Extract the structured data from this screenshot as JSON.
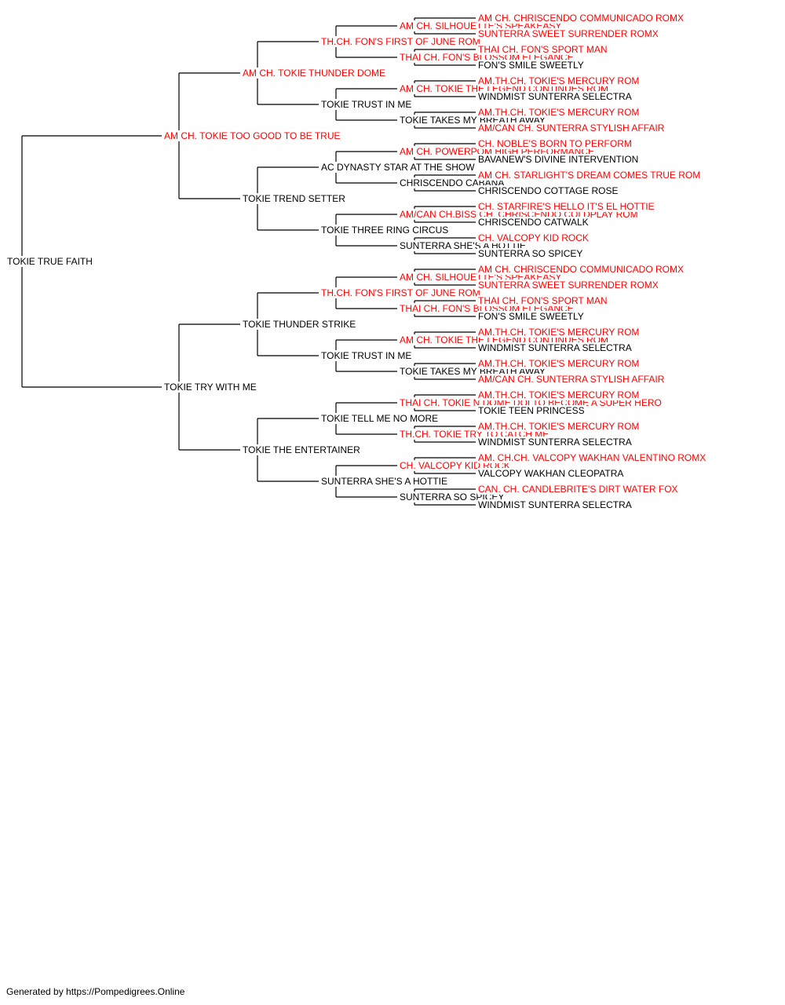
{
  "pedigree": {
    "name": "TOKIE TRUE FAITH",
    "champion": false,
    "sire": {
      "name": "AM CH. TOKIE TOO GOOD TO BE TRUE",
      "champion": true,
      "sire": {
        "name": "AM CH. TOKIE THUNDER DOME",
        "champion": true,
        "sire": {
          "name": "TH.CH. FON'S FIRST OF JUNE ROM",
          "champion": true,
          "sire": {
            "name": "AM CH. SILHOUETTE'S SPEAKEASY",
            "champion": true,
            "sire": {
              "name": "AM CH. CHRISCENDO COMMUNICADO ROMX",
              "champion": true
            },
            "dam": {
              "name": "SUNTERRA SWEET SURRENDER ROMX",
              "champion": true
            }
          },
          "dam": {
            "name": "THAI CH. FON'S BLOSSOM ELEGANCE",
            "champion": true,
            "sire": {
              "name": "THAI CH. FON'S SPORT MAN",
              "champion": true
            },
            "dam": {
              "name": "FON'S SMILE SWEETLY",
              "champion": false
            }
          }
        },
        "dam": {
          "name": "TOKIE TRUST IN ME",
          "champion": false,
          "sire": {
            "name": "AM CH. TOKIE THE LEGEND CONTINUES ROM",
            "champion": true,
            "sire": {
              "name": "AM.TH.CH. TOKIE'S MERCURY ROM",
              "champion": true
            },
            "dam": {
              "name": "WINDMIST SUNTERRA SELECTRA",
              "champion": false
            }
          },
          "dam": {
            "name": "TOKIE TAKES MY BREATH AWAY",
            "champion": false,
            "sire": {
              "name": "AM.TH.CH. TOKIE'S MERCURY ROM",
              "champion": true
            },
            "dam": {
              "name": "AM/CAN CH. SUNTERRA STYLISH AFFAIR",
              "champion": true
            }
          }
        }
      },
      "dam": {
        "name": "TOKIE TREND SETTER",
        "champion": false,
        "sire": {
          "name": "AC DYNASTY STAR AT THE SHOW",
          "champion": false,
          "sire": {
            "name": "AM CH. POWERPOM HIGH PERFORMANCE",
            "champion": true,
            "sire": {
              "name": "CH. NOBLE'S BORN TO PERFORM",
              "champion": true
            },
            "dam": {
              "name": "BAVANEW'S DIVINE INTERVENTION",
              "champion": false
            }
          },
          "dam": {
            "name": "CHRISCENDO CABANA",
            "champion": false,
            "sire": {
              "name": "AM CH. STARLIGHT'S DREAM COMES TRUE ROM",
              "champion": true
            },
            "dam": {
              "name": "CHRISCENDO COTTAGE ROSE",
              "champion": false
            }
          }
        },
        "dam": {
          "name": "TOKIE THREE RING CIRCUS",
          "champion": false,
          "sire": {
            "name": "AM/CAN CH.BISS CH. CHRISCENDO COLDPLAY ROM",
            "champion": true,
            "sire": {
              "name": "CH. STARFIRE'S HELLO IT'S EL HOTTIE",
              "champion": true
            },
            "dam": {
              "name": "CHRISCENDO CATWALK",
              "champion": false
            }
          },
          "dam": {
            "name": "SUNTERRA SHE'S A HOTTIE",
            "champion": false,
            "sire": {
              "name": "CH. VALCOPY KID ROCK",
              "champion": true
            },
            "dam": {
              "name": "SUNTERRA SO SPICEY",
              "champion": false
            }
          }
        }
      }
    },
    "dam": {
      "name": "TOKIE TRY WITH ME",
      "champion": false,
      "sire": {
        "name": "TOKIE THUNDER STRIKE",
        "champion": false,
        "sire": {
          "name": "TH.CH. FON'S FIRST OF JUNE ROM",
          "champion": true,
          "sire": {
            "name": "AM CH. SILHOUETTE'S SPEAKEASY",
            "champion": true,
            "sire": {
              "name": "AM CH. CHRISCENDO COMMUNICADO ROMX",
              "champion": true
            },
            "dam": {
              "name": "SUNTERRA SWEET SURRENDER ROMX",
              "champion": true
            }
          },
          "dam": {
            "name": "THAI CH. FON'S BLOSSOM ELEGANCE",
            "champion": true,
            "sire": {
              "name": "THAI CH. FON'S SPORT MAN",
              "champion": true
            },
            "dam": {
              "name": "FON'S SMILE SWEETLY",
              "champion": false
            }
          }
        },
        "dam": {
          "name": "TOKIE TRUST IN ME",
          "champion": false,
          "sire": {
            "name": "AM CH. TOKIE THE LEGEND CONTINUES ROM",
            "champion": true,
            "sire": {
              "name": "AM.TH.CH. TOKIE'S MERCURY ROM",
              "champion": true
            },
            "dam": {
              "name": "WINDMIST SUNTERRA SELECTRA",
              "champion": false
            }
          },
          "dam": {
            "name": "TOKIE TAKES MY BREATH AWAY",
            "champion": false,
            "sire": {
              "name": "AM.TH.CH. TOKIE'S MERCURY ROM",
              "champion": true
            },
            "dam": {
              "name": "AM/CAN CH. SUNTERRA STYLISH AFFAIR",
              "champion": true
            }
          }
        }
      },
      "dam": {
        "name": "TOKIE THE ENTERTAINER",
        "champion": false,
        "sire": {
          "name": "TOKIE TELL ME NO MORE",
          "champion": false,
          "sire": {
            "name": "THAI CH. TOKIE N DOME DOI TO BECOME A SUPER HERO",
            "champion": true,
            "sire": {
              "name": "AM.TH.CH. TOKIE'S MERCURY ROM",
              "champion": true
            },
            "dam": {
              "name": "TOKIE TEEN PRINCESS",
              "champion": false
            }
          },
          "dam": {
            "name": "TH.CH. TOKIE TRY TO CATCH ME",
            "champion": true,
            "sire": {
              "name": "AM.TH.CH. TOKIE'S MERCURY ROM",
              "champion": true
            },
            "dam": {
              "name": "WINDMIST SUNTERRA SELECTRA",
              "champion": false
            }
          }
        },
        "dam": {
          "name": "SUNTERRA SHE'S A HOTTIE",
          "champion": false,
          "sire": {
            "name": "CH. VALCOPY KID ROCK",
            "champion": true,
            "sire": {
              "name": "AM. CH.CH. VALCOPY WAKHAN VALENTINO ROMX",
              "champion": true
            },
            "dam": {
              "name": "VALCOPY WAKHAN CLEOPATRA",
              "champion": false
            }
          },
          "dam": {
            "name": "SUNTERRA SO SPICEY",
            "champion": false,
            "sire": {
              "name": "CAN. CH. CANDLEBRITE'S DIRT WATER FOX",
              "champion": true
            },
            "dam": {
              "name": "WINDMIST SUNTERRA SELECTRA",
              "champion": false
            }
          }
        }
      }
    }
  },
  "colors": {
    "champion": "#ff0000",
    "normal": "#000000",
    "line": "#000000"
  },
  "footer": {
    "text": "Generated by https://Pompedigrees.Online"
  }
}
